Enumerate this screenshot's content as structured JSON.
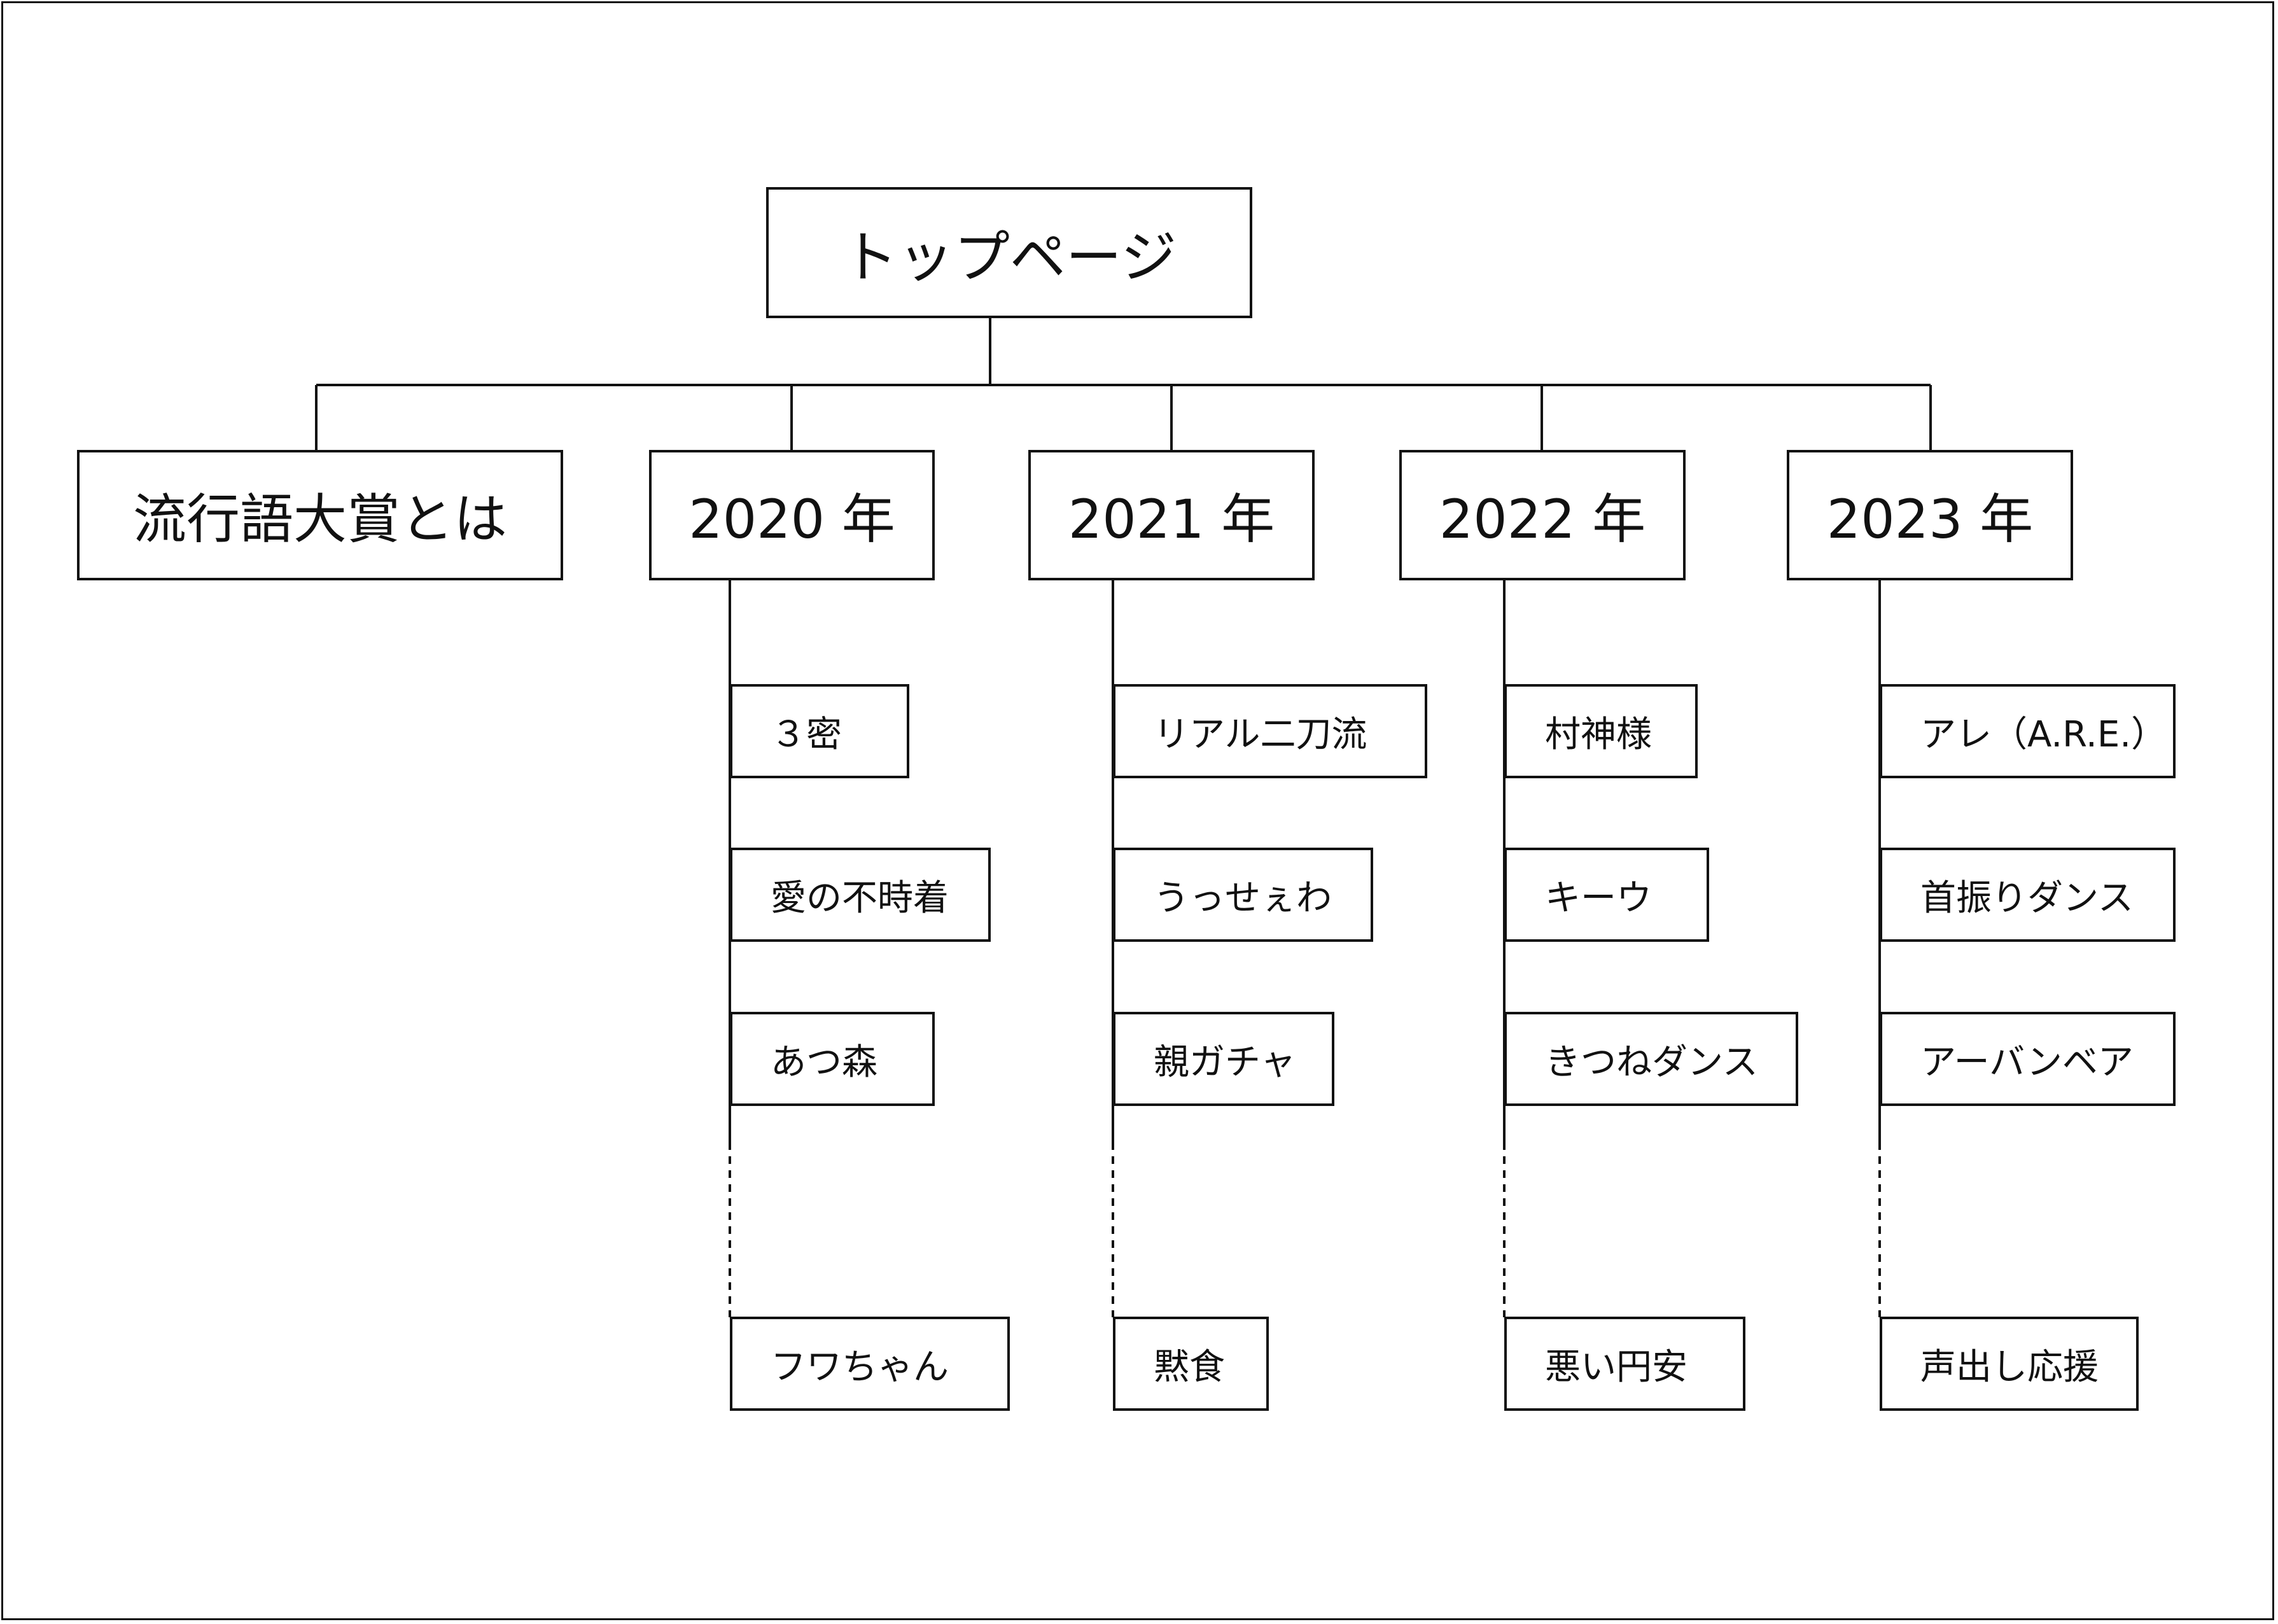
{
  "root": {
    "label": "トップページ"
  },
  "about": {
    "label": "流行語大賞とは"
  },
  "years": [
    {
      "label": "2020 年",
      "items": [
        "３密",
        "愛の不時着",
        "あつ森"
      ],
      "last": "フワちゃん"
    },
    {
      "label": "2021 年",
      "items": [
        "リアル二刀流",
        "うっせぇわ",
        "親ガチャ"
      ],
      "last": "黙食"
    },
    {
      "label": "2022 年",
      "items": [
        "村神様",
        "キーウ",
        "きつねダンス"
      ],
      "last": "悪い円安"
    },
    {
      "label": "2023 年",
      "items": [
        "アレ（A.R.E.）",
        "首振りダンス",
        "アーバンベア"
      ],
      "last": "声出し応援"
    }
  ],
  "colors": {
    "line": "#111111",
    "background": "#ffffff"
  }
}
